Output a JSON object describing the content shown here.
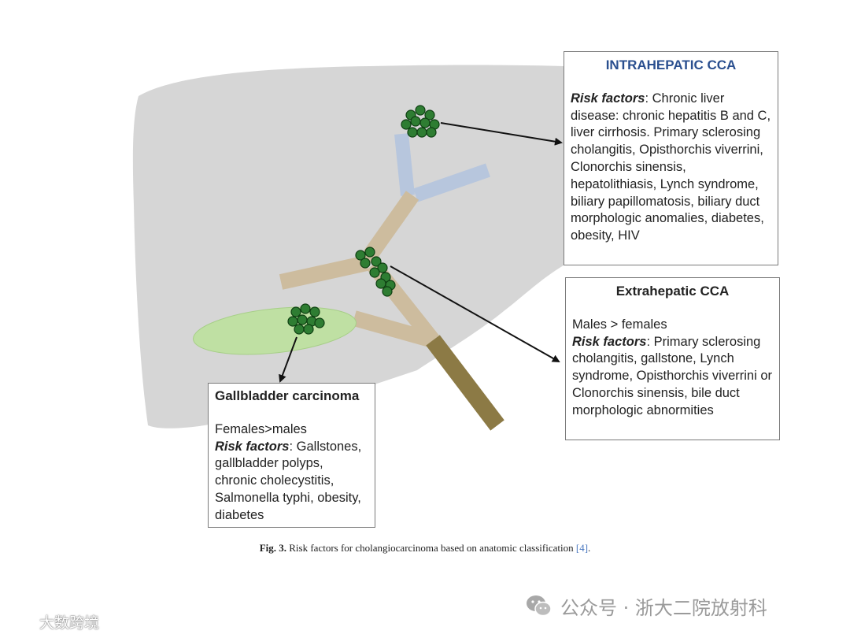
{
  "intrahepatic": {
    "title": "INTRAHEPATIC CCA",
    "risk_label": "Risk factors",
    "risk_text": ": Chronic liver disease: chronic hepatitis B and C, liver cirrhosis. Primary sclerosing cholangitis, Opisthorchis viverrini, Clonorchis sinensis, hepatolithiasis, Lynch syndrome, biliary papillomatosis, biliary duct morphologic anomalies, diabetes, obesity, HIV"
  },
  "extrahepatic": {
    "title": "Extrahepatic CCA",
    "sex_ratio": "Males > females",
    "risk_label": "Risk factors",
    "risk_text": ": Primary sclerosing cholangitis, gallstone, Lynch syndrome, Opisthorchis viverrini or Clonorchis sinensis, bile duct morphologic abnormities"
  },
  "gallbladder": {
    "title": "Gallbladder carcinoma",
    "sex_ratio": "Females>males",
    "risk_label": "Risk factors",
    "risk_text": ": Gallstones, gallbladder polyps, chronic cholecystitis, Salmonella typhi, obesity, diabetes"
  },
  "caption": {
    "label": "Fig. 3.",
    "text": " Risk factors for cholangiocarcinoma based on anatomic classification ",
    "ref": "[4]",
    "end": "."
  },
  "watermarks": {
    "right": "公众号 · 浙大二院放射科",
    "left": "大数跨境"
  },
  "colors": {
    "liver": "#d6d6d6",
    "intrahepatic_duct": "#b7c6dd",
    "extrahepatic_duct": "#cdbc9e",
    "distal_duct": "#8c7a45",
    "gallbladder": "#bfe0a3",
    "tumor": "#2e7d32",
    "title_blue": "#2a4f8f"
  }
}
